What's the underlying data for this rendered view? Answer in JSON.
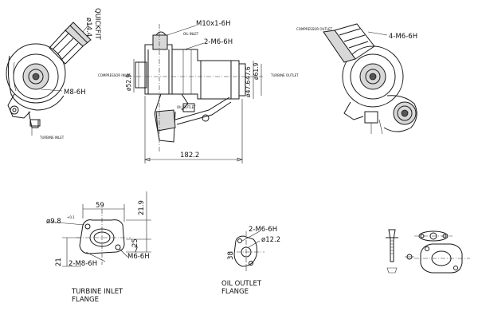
{
  "views": {
    "left": {
      "quickfit_label": "QUICKFIT",
      "quickfit_dia": "ø14.4",
      "bolt_label": "M8-6H",
      "turbine_inlet": "TURBINE INLET"
    },
    "center": {
      "bolt_top": "M10x1-6H",
      "oil_inlet": "OIL INLET",
      "bolt_mid": "2-M6-6H",
      "compressor_inlet": "COMPRESSOR INLET",
      "turbine_outlet": "TURBINE OUTLET",
      "dia_52_9": "ø52.9",
      "dia_47_6": "47.6",
      "dia_61_9": "ø61.9",
      "dia_47_6b": "ø47.6",
      "oil_outlet_small": "OIL OUTLET",
      "length": "182.2"
    },
    "right": {
      "compressor_outlet": "COMPRESSOR OUTLET",
      "bolt_label": "4-M6-6H"
    },
    "turbine_flange": {
      "dim_top": "59",
      "dim_hole": "ø9.8",
      "dim_hole_tol": "+0.1\n0",
      "dim_right_top": "21.9",
      "dim_right_mid": "25",
      "dim_right_low": "7",
      "dim_left_low": "21",
      "bolt_left": "2-M8-6H",
      "bolt_right": "M6-6H",
      "caption_1": "TURBINE INLET",
      "caption_2": "FLANGE"
    },
    "oil_flange": {
      "bolt": "2-M6-6H",
      "dia": "ø12.2",
      "dim": "38",
      "caption_1": "OIL OUTLET",
      "caption_2": "FLANGE"
    }
  }
}
